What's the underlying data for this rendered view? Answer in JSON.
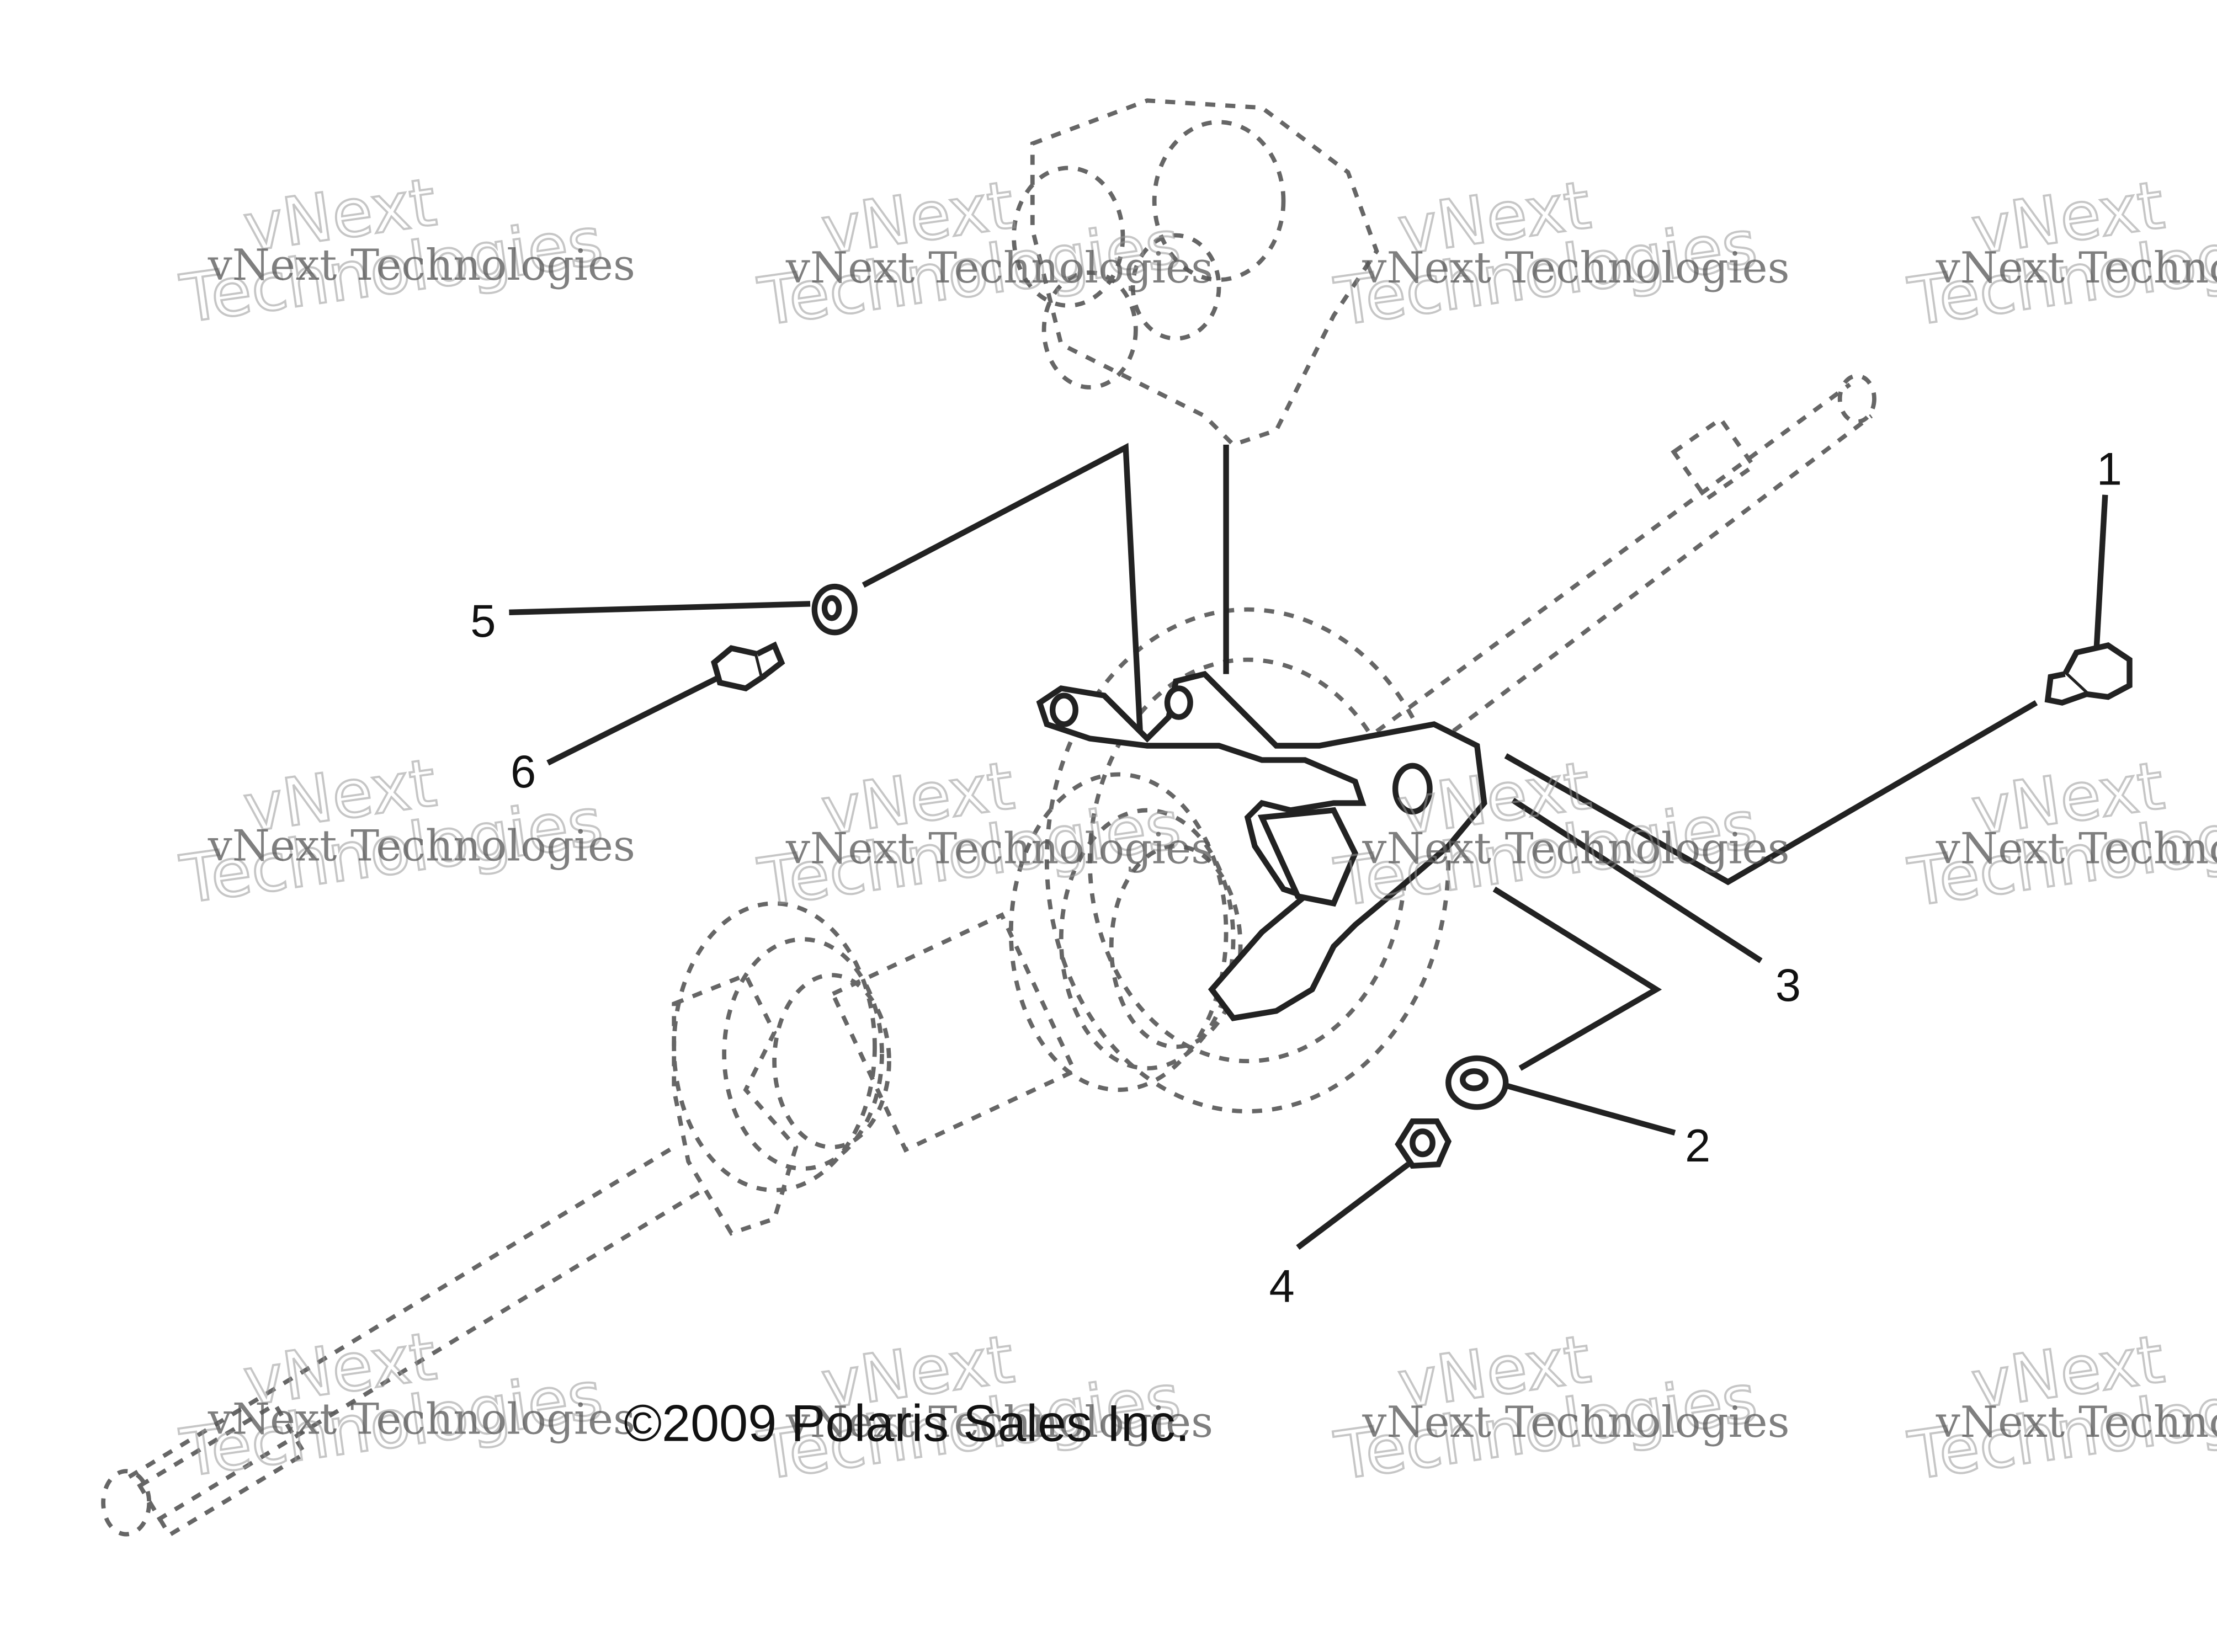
{
  "copyright": "©2009 Polaris Sales Inc.",
  "callouts": [
    {
      "id": "1",
      "part": "bolt-1"
    },
    {
      "id": "2",
      "part": "washer-2"
    },
    {
      "id": "3",
      "part": "caliper-bracket-3"
    },
    {
      "id": "4",
      "part": "nut-4"
    },
    {
      "id": "5",
      "part": "washer-5"
    },
    {
      "id": "6",
      "part": "bolt-6"
    }
  ],
  "watermark": {
    "line1": "vNext Technologies",
    "line2": "vNext",
    "line3": "Technologies"
  }
}
